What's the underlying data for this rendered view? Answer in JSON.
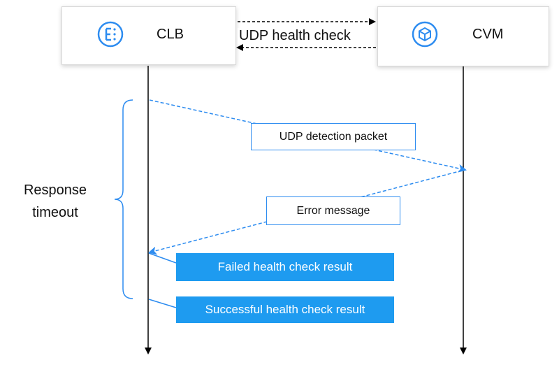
{
  "nodes": {
    "clb": {
      "label": "CLB"
    },
    "cvm": {
      "label": "CVM"
    }
  },
  "health_check_label": "UDP health check",
  "messages": {
    "detection_packet": "UDP detection packet",
    "error_message": "Error message"
  },
  "results": {
    "failed": "Failed health check result",
    "successful": "Successful health check result"
  },
  "timeout_label": {
    "line1": "Response",
    "line2": "timeout"
  },
  "colors": {
    "accent": "#2d8cf0",
    "result_fill": "#1e9bf0",
    "lifeline": "#000000"
  }
}
